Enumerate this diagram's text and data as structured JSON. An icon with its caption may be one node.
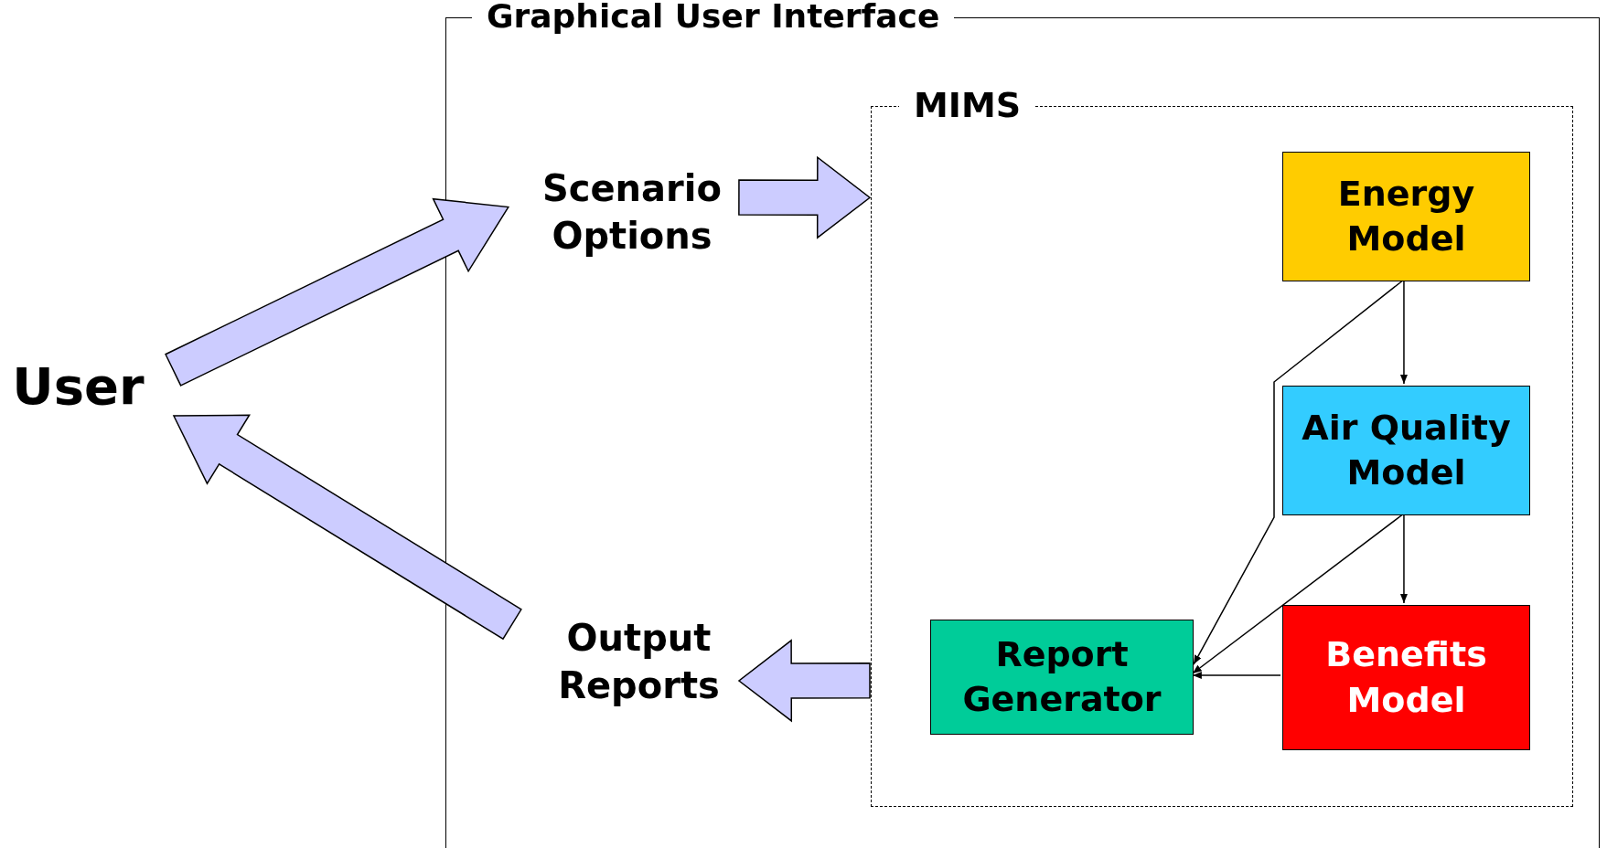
{
  "diagram": {
    "nodes": [
      {
        "text": [
          "Graphical User Interface"
        ]
      },
      {
        "text": [
          "MIMS"
        ],
        "in": 0
      },
      {
        "text": [
          "Energy Model"
        ],
        "in": 1
      },
      {
        "text": [
          "Air Quality Model"
        ],
        "in": 1
      },
      {
        "text": [
          "Report Generator"
        ],
        "in": 1
      },
      {
        "text": [
          "Benefits Model"
        ],
        "in": 1
      },
      {
        "text": [
          "Scenario Options"
        ],
        "in": 0
      },
      {
        "text": [
          "Output Reports"
        ],
        "in": 0
      },
      {
        "text": [
          "User"
        ]
      }
    ],
    "edges": [
      {
        "from": 8,
        "to": 6,
        "arrow": "to",
        "style": "thick"
      },
      {
        "from": 6,
        "to": 1,
        "arrow": "to",
        "style": "thick"
      },
      {
        "from": 1,
        "to": 7,
        "arrow": "to",
        "style": "thick"
      },
      {
        "from": 7,
        "to": 8,
        "arrow": "to",
        "style": "thick"
      },
      {
        "from": 2,
        "to": 3,
        "arrow": "to"
      },
      {
        "from": 2,
        "to": 4,
        "arrow": "to"
      },
      {
        "from": 3,
        "to": 4,
        "arrow": "to"
      },
      {
        "from": 3,
        "to": 5,
        "arrow": "to"
      },
      {
        "from": 5,
        "to": 4,
        "arrow": "to"
      }
    ]
  }
}
